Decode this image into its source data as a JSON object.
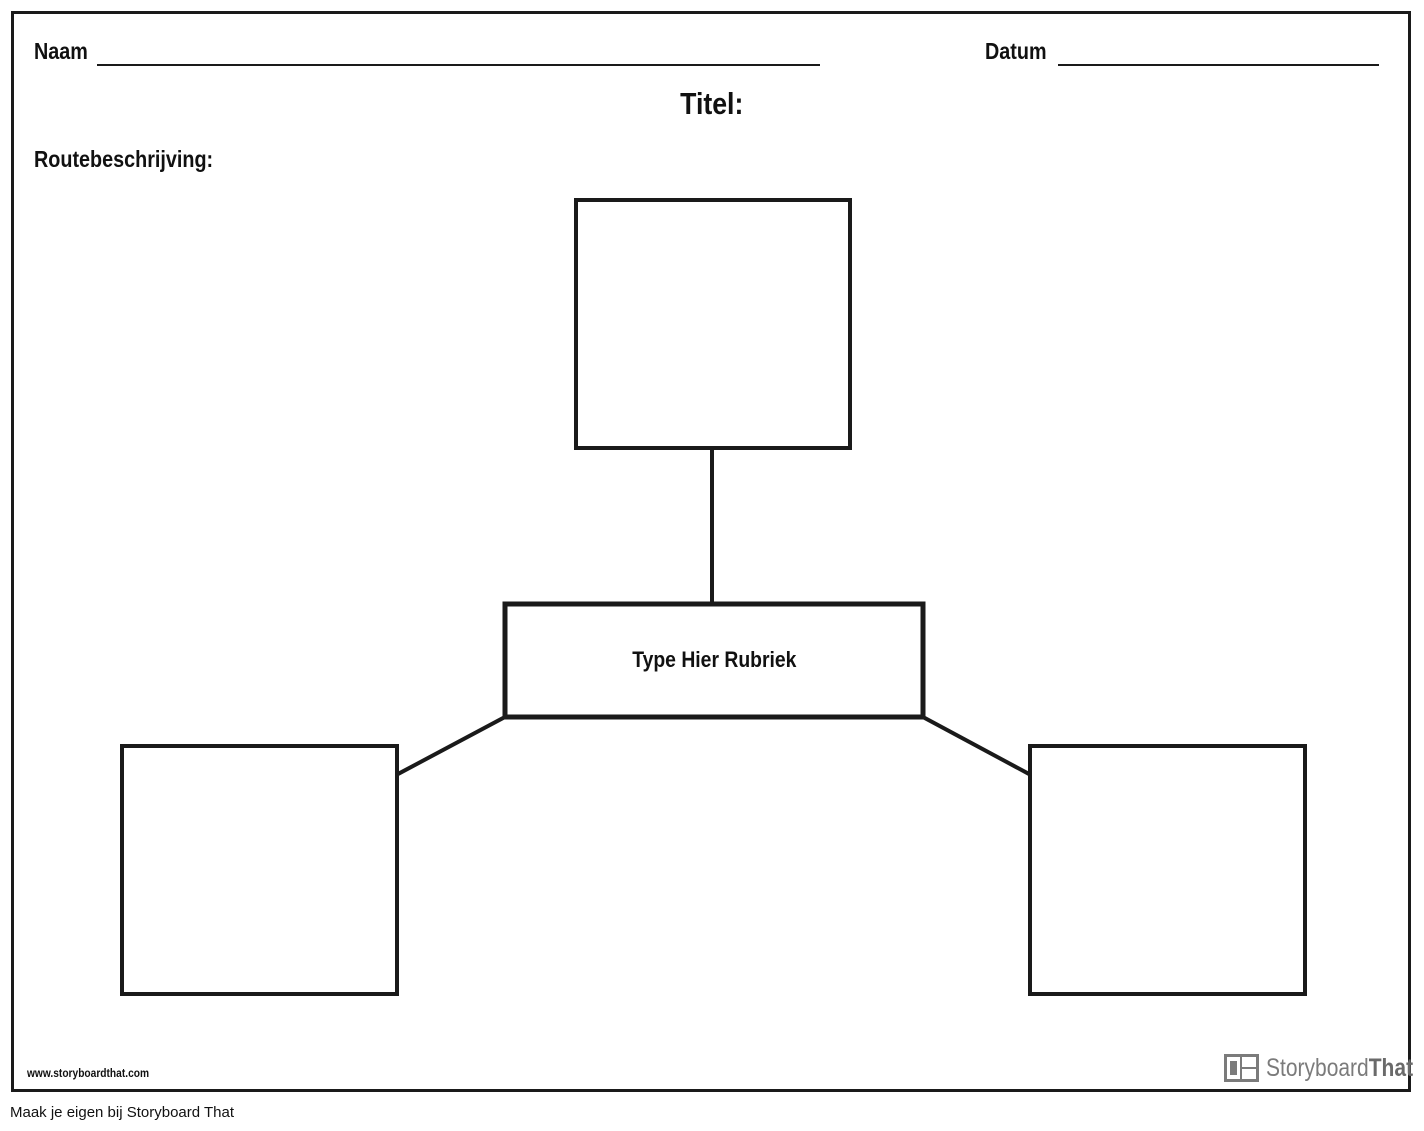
{
  "worksheet": {
    "name_label": "Naam",
    "date_label": "Datum",
    "title_label": "Titel:",
    "directions_label": "Routebeschrijving:"
  },
  "diagram": {
    "center_box_text": "Type Hier Rubriek",
    "stroke_color": "#1a1a1a"
  },
  "footer": {
    "url": "www.storyboardthat.com",
    "logo_regular": "Storyboard",
    "logo_bold": "That",
    "caption": "Maak je eigen bij Storyboard That"
  }
}
